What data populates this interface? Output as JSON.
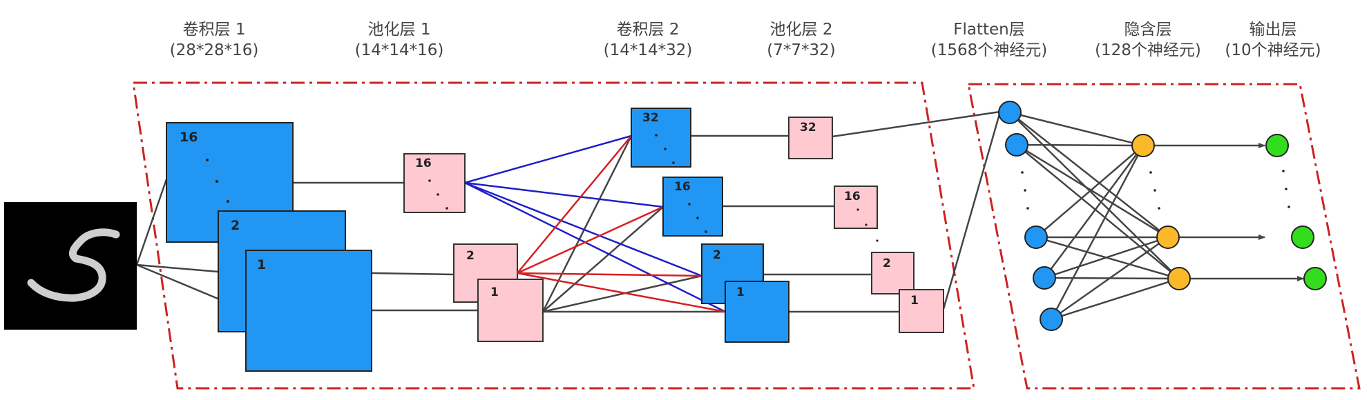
{
  "headers": [
    {
      "line1": "卷积层 1",
      "line2": "(28*28*16)"
    },
    {
      "line1": "池化层 1",
      "line2": "(14*14*16)"
    },
    {
      "line1": "卷积层 2",
      "line2": "(14*14*32)"
    },
    {
      "line1": "池化层 2",
      "line2": "(7*7*32)"
    },
    {
      "line1": "Flatten层",
      "line2": "(1568个神经元)"
    },
    {
      "line1": "隐含层",
      "line2": "(128个神经元)"
    },
    {
      "line1": "输出层",
      "line2": "(10个神经元)"
    }
  ],
  "input_digit": "5",
  "conv1_labels": [
    "16",
    "2",
    "1"
  ],
  "pool1_labels": [
    "16",
    "2",
    "1"
  ],
  "conv2_labels": [
    "32",
    "16",
    "2",
    "1"
  ],
  "pool2_labels": [
    "32",
    "16",
    "2",
    "1"
  ],
  "colors": {
    "conv": "#2196F3",
    "pool": "#FFC9D1",
    "flatten_node": "#2196F3",
    "hidden_node": "#FBB829",
    "output_node": "#33DD1E",
    "frame": "#CC2222",
    "blue_link": "#1E1EC8",
    "red_link": "#D81E1E",
    "gray_link": "#444444"
  }
}
